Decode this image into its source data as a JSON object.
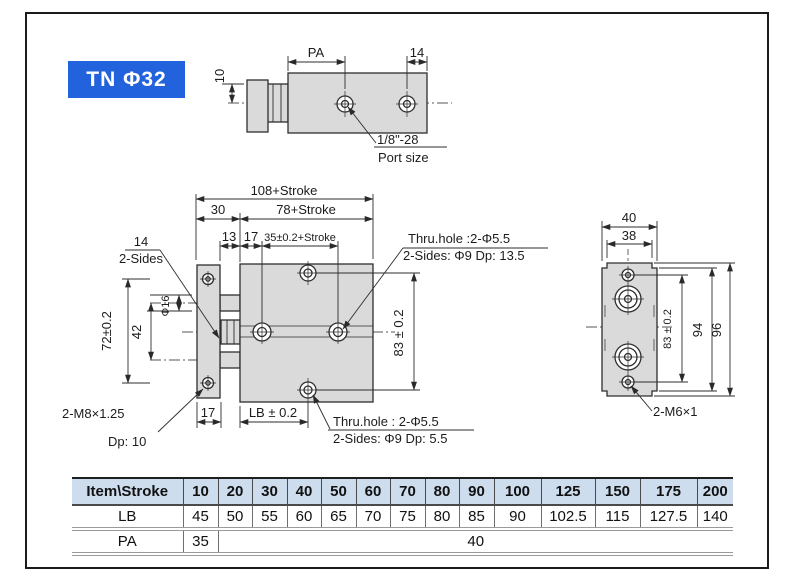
{
  "colors": {
    "accent_blue": "#2263dd",
    "body_fill": "#dadada",
    "table_header_bg": "#cdddee",
    "line": "#2e2e2e"
  },
  "model_label": "TN Φ32",
  "top_view": {
    "dims": {
      "pa": "PA",
      "d14": "14",
      "d10": "10"
    },
    "port_label_line1": "1/8\"-28",
    "port_label_line2": "Port size"
  },
  "front_view": {
    "dims": {
      "overall": "108+Stroke",
      "d30": "30",
      "d78": "78+Stroke",
      "d13": "13",
      "d17": "17",
      "d35": "35±0.2+Stroke",
      "d14": "14",
      "sides2": "2-Sides",
      "phi16": "Φ16",
      "d42": "42",
      "d72": "72±0.2",
      "d83": "83 ± 0.2",
      "d17b": "17",
      "lb": "LB ± 0.2"
    },
    "labels": {
      "thru_top_1": "Thru.hole :2-Φ5.5",
      "thru_top_2": "2-Sides: Φ9 Dp: 13.5",
      "thru_bot_1": "Thru.hole : 2-Φ5.5",
      "thru_bot_2": "2-Sides: Φ9 Dp: 5.5",
      "m8_line1": "2-M8×1.25",
      "m8_line2": "Dp: 10"
    }
  },
  "side_view": {
    "dims": {
      "d40": "40",
      "d38": "38",
      "d83": "83 ± 0.2",
      "d94": "94",
      "d96": "96"
    },
    "label_m6": "2-M6×1"
  },
  "table": {
    "header": [
      "Item\\Stroke",
      "10",
      "20",
      "30",
      "40",
      "50",
      "60",
      "70",
      "80",
      "90",
      "100",
      "125",
      "150",
      "175",
      "200"
    ],
    "rows": [
      {
        "label": "LB",
        "cells": [
          {
            "v": "45"
          },
          {
            "v": "50"
          },
          {
            "v": "55"
          },
          {
            "v": "60"
          },
          {
            "v": "65"
          },
          {
            "v": "70"
          },
          {
            "v": "75"
          },
          {
            "v": "80"
          },
          {
            "v": "85"
          },
          {
            "v": "90"
          },
          {
            "v": "102.5"
          },
          {
            "v": "115"
          },
          {
            "v": "127.5"
          },
          {
            "v": "140"
          }
        ]
      },
      {
        "label": "PA",
        "cells": [
          {
            "v": "35"
          },
          {
            "v": "40",
            "colspan": 13
          }
        ]
      }
    ]
  }
}
